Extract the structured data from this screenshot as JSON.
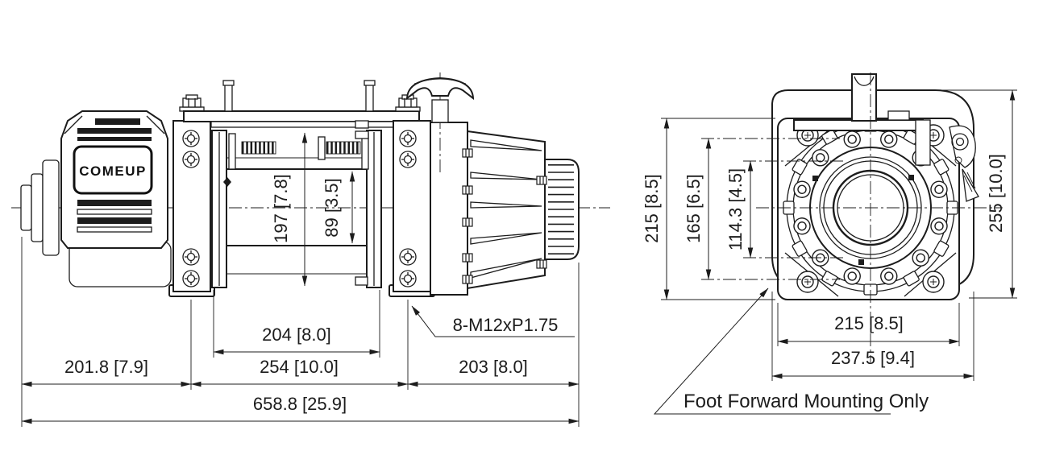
{
  "drawing": {
    "brand": "COMEUP",
    "type": "winch dimensional drawing",
    "line_color": "#1c1c1c",
    "background_color": "#ffffff"
  },
  "side_view": {
    "motor_label": "COMEUP",
    "dims": {
      "drum_flange_diameter": "197 [7.8]",
      "drum_barrel_diameter": "89 [3.5]",
      "drum_length": "204 [8.0]",
      "motor_section_length": "201.8 [7.9]",
      "drum_section_length": "254 [10.0]",
      "gear_section_length": "203 [8.0]",
      "overall_length": "658.8 [25.9]",
      "mounting_bolt_callout": "8-M12xP1.75"
    }
  },
  "end_view": {
    "dims": {
      "mounting_height": "215 [8.5]",
      "bolt_pattern_height": "165 [6.5]",
      "inner_bolt_pattern_height": "114.3 [4.5]",
      "overall_height": "255 [10.0]",
      "mounting_width": "215 [8.5]",
      "overall_width": "237.5 [9.4]"
    },
    "mounting_note": "Foot Forward Mounting Only"
  }
}
